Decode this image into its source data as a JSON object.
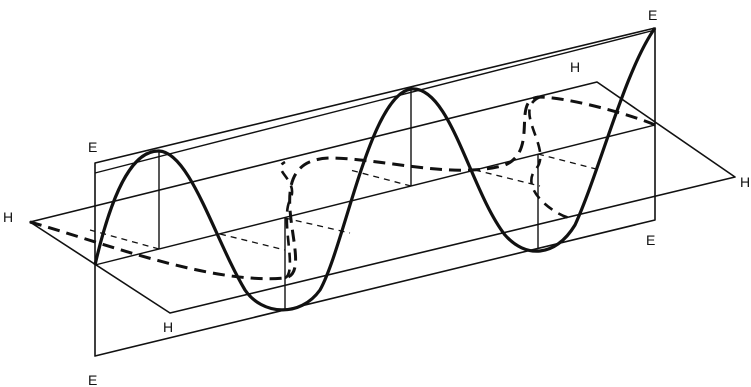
{
  "labels": {
    "e_plane_top_left": "E",
    "e_plane_top_right": "E",
    "e_plane_bottom_right": "E",
    "e_plane_bottom_left": "E",
    "h_plane_left": "H",
    "h_plane_right": "H",
    "h_plane_back": "H",
    "h_plane_front": "H"
  }
}
